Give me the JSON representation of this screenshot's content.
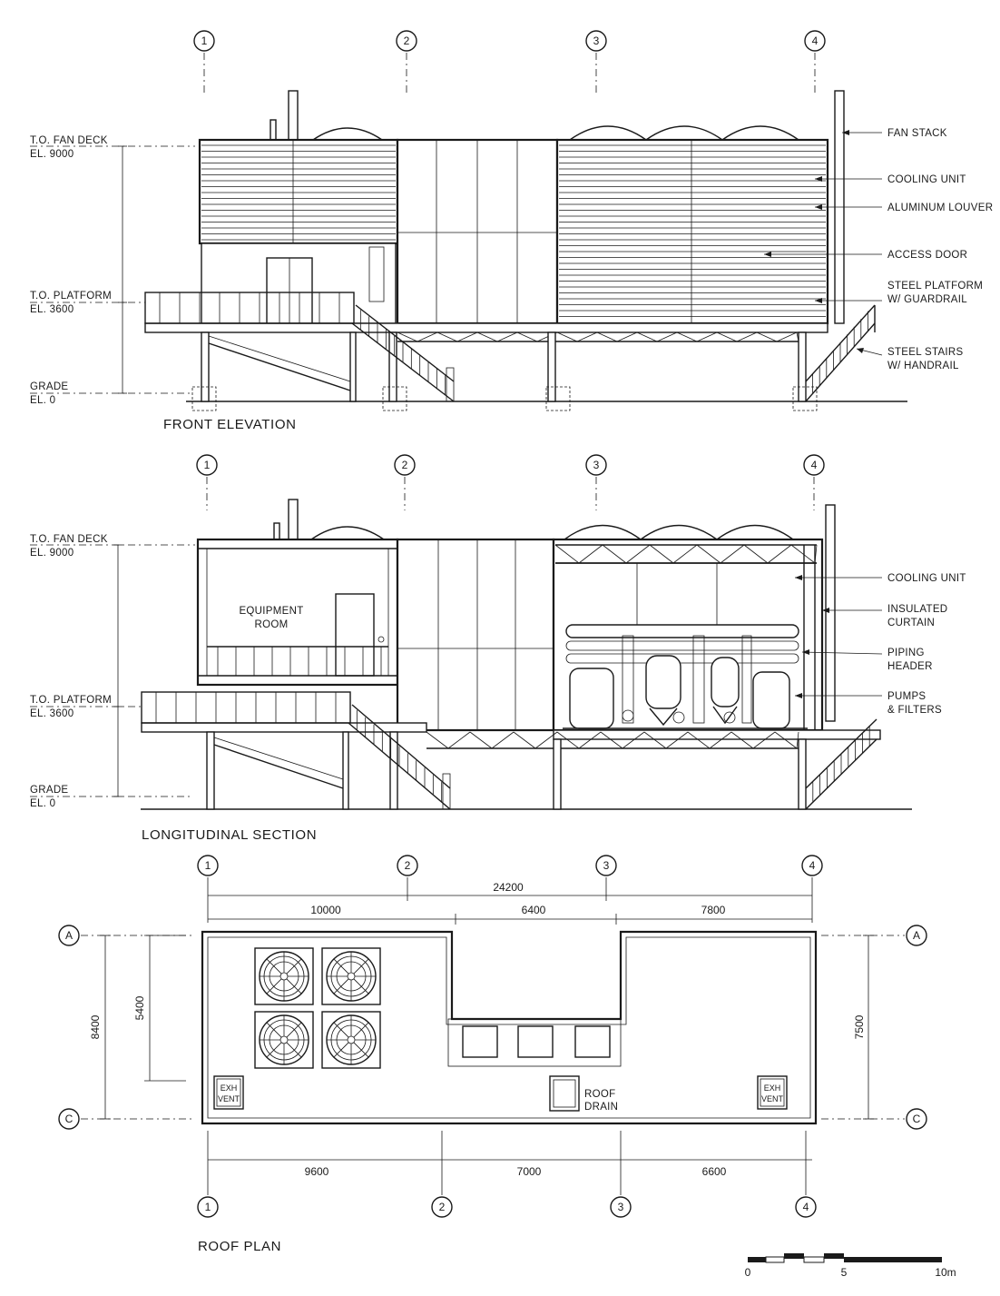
{
  "grid_bubbles": {
    "numbers": [
      "1",
      "2",
      "3",
      "4"
    ],
    "letters": [
      "A",
      "C"
    ]
  },
  "front_elevation": {
    "title": "FRONT ELEVATION",
    "levels": [
      {
        "line1": "T.O. FAN DECK",
        "line2": "EL. 9000"
      },
      {
        "line1": "T.O. PLATFORM",
        "line2": "EL. 3600"
      },
      {
        "line1": "GRADE",
        "line2": "EL. 0"
      }
    ],
    "callouts": [
      {
        "line1": "FAN STACK",
        "line2": ""
      },
      {
        "line1": "COOLING UNIT",
        "line2": ""
      },
      {
        "line1": "ALUMINUM LOUVER",
        "line2": ""
      },
      {
        "line1": "ACCESS DOOR",
        "line2": ""
      },
      {
        "line1": "STEEL PLATFORM",
        "line2": "W/ GUARDRAIL"
      },
      {
        "line1": "STEEL STAIRS",
        "line2": "W/ HANDRAIL"
      }
    ]
  },
  "longitudinal_section": {
    "title": "LONGITUDINAL SECTION",
    "room_label": {
      "line1": "EQUIPMENT",
      "line2": "ROOM"
    },
    "levels": [
      {
        "line1": "T.O. FAN DECK",
        "line2": "EL. 9000"
      },
      {
        "line1": "T.O. PLATFORM",
        "line2": "EL. 3600"
      },
      {
        "line1": "GRADE",
        "line2": "EL. 0"
      }
    ],
    "callouts": [
      {
        "line1": "COOLING UNIT",
        "line2": ""
      },
      {
        "line1": "INSULATED",
        "line2": "CURTAIN"
      },
      {
        "line1": "PIPING",
        "line2": "HEADER"
      },
      {
        "line1": "PUMPS",
        "line2": "& FILTERS"
      }
    ]
  },
  "roof_plan": {
    "title": "ROOF PLAN",
    "dims_top": {
      "overall": "24200",
      "seg1": "10000",
      "seg2": "6400",
      "seg3": "7800"
    },
    "dims_bottom": {
      "seg1": "9600",
      "seg2": "7000",
      "seg3": "6600"
    },
    "dims_side": {
      "left_outer": "8400",
      "left_inner": "5400",
      "right": "7500"
    },
    "exh_vent": {
      "line1": "EXH",
      "line2": "VENT"
    },
    "roof_drain": {
      "line1": "ROOF",
      "line2": "DRAIN"
    }
  },
  "scale_bar": {
    "labels": [
      "0",
      "5",
      "10m"
    ]
  }
}
